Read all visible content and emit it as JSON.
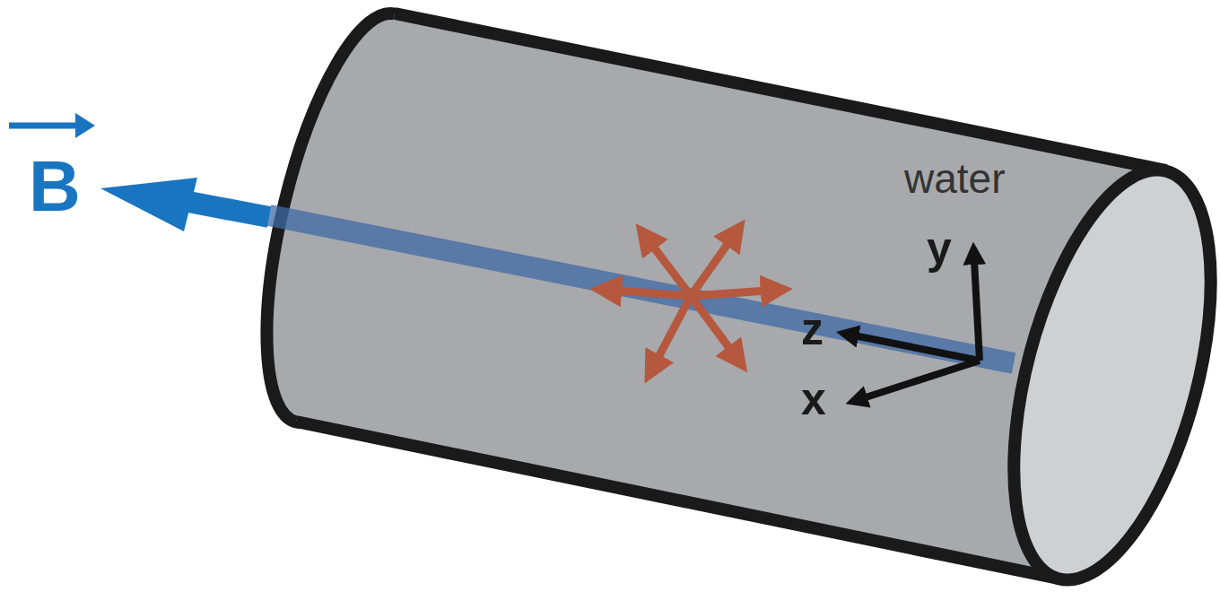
{
  "diagram": {
    "labels": [
      "B",
      "water",
      "y",
      "z",
      "x"
    ]
  }
}
